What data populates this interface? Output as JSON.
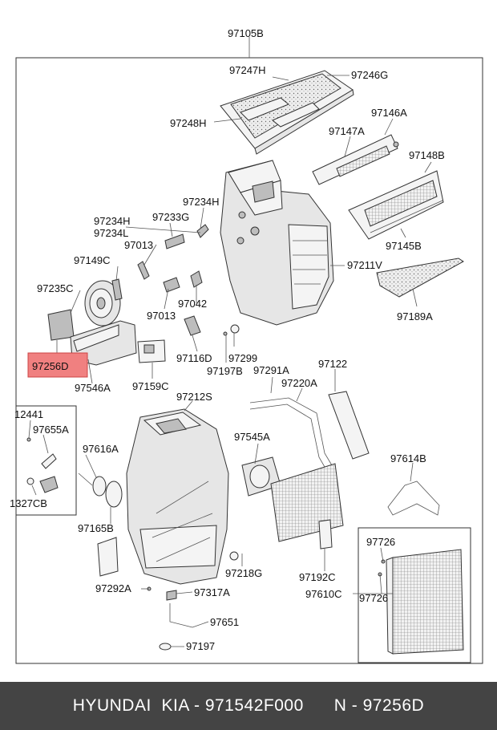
{
  "labels": {
    "assembly": "97105B",
    "l97247H": "97247H",
    "l97246G": "97246G",
    "l97248H": "97248H",
    "l97146A": "97146A",
    "l97147A": "97147A",
    "l97148B": "97148B",
    "l97234H_a": "97234H",
    "l97233G": "97233G",
    "l97234H_b": "97234H",
    "l97234L": "97234L",
    "l97013_a": "97013",
    "l97149C": "97149C",
    "l97211V": "97211V",
    "l97145B": "97145B",
    "l97235C": "97235C",
    "l97013_b": "97013",
    "l97042": "97042",
    "l97189A": "97189A",
    "l97256D": "97256D",
    "l97116D": "97116D",
    "l97299": "97299",
    "l97197B": "97197B",
    "l97546A": "97546A",
    "l97159C": "97159C",
    "l97291A": "97291A",
    "l97122": "97122",
    "l97220A": "97220A",
    "l12441": "12441",
    "l97655A": "97655A",
    "l97212S": "97212S",
    "l97545A": "97545A",
    "l97616A": "97616A",
    "l97614B": "97614B",
    "l1327CB": "1327CB",
    "l97165B": "97165B",
    "l97726_a": "97726",
    "l97218G": "97218G",
    "l97192C": "97192C",
    "l97292A": "97292A",
    "l97317A": "97317A",
    "l97610C": "97610C",
    "l97726_b": "97726",
    "l97651": "97651",
    "l97197": "97197"
  },
  "highlight_color": "#f08080",
  "footer": {
    "brand": "HYUNDAI  KIA - 971542F000",
    "ref": "N - 97256D"
  }
}
